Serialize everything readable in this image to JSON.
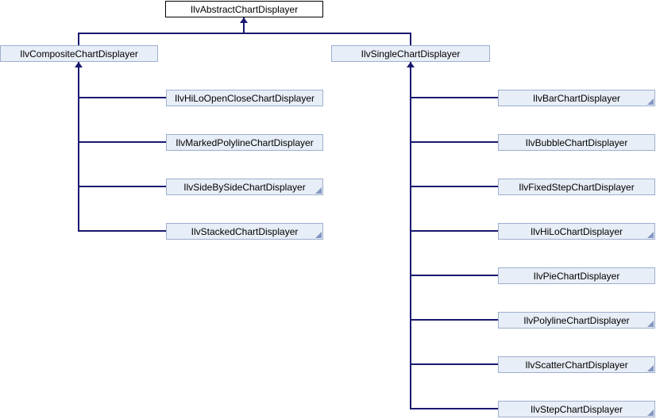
{
  "diagram": {
    "type": "class-inheritance-graph",
    "root": {
      "label": "IlvAbstractChartDisplayer"
    },
    "branches": [
      {
        "label": "IlvCompositeChartDisplayer"
      },
      {
        "label": "IlvSingleChartDisplayer"
      }
    ],
    "composite_subclasses": [
      {
        "label": "IlvHiLoOpenCloseChartDisplayer",
        "has_subclasses": false
      },
      {
        "label": "IlvMarkedPolylineChartDisplayer",
        "has_subclasses": false
      },
      {
        "label": "IlvSideBySideChartDisplayer",
        "has_subclasses": true
      },
      {
        "label": "IlvStackedChartDisplayer",
        "has_subclasses": true
      }
    ],
    "single_subclasses": [
      {
        "label": "IlvBarChartDisplayer",
        "has_subclasses": true
      },
      {
        "label": "IlvBubbleChartDisplayer",
        "has_subclasses": false
      },
      {
        "label": "IlvFixedStepChartDisplayer",
        "has_subclasses": false
      },
      {
        "label": "IlvHiLoChartDisplayer",
        "has_subclasses": true
      },
      {
        "label": "IlvPieChartDisplayer",
        "has_subclasses": false
      },
      {
        "label": "IlvPolylineChartDisplayer",
        "has_subclasses": true
      },
      {
        "label": "IlvScatterChartDisplayer",
        "has_subclasses": true
      },
      {
        "label": "IlvStepChartDisplayer",
        "has_subclasses": true
      }
    ],
    "colors": {
      "edge": "#191970",
      "node_fill": "#E8EEF7",
      "node_border": "#9DAECF",
      "root_fill": "#FFFFFF",
      "root_border": "#000000",
      "corner_marker": "#8495C1"
    }
  }
}
